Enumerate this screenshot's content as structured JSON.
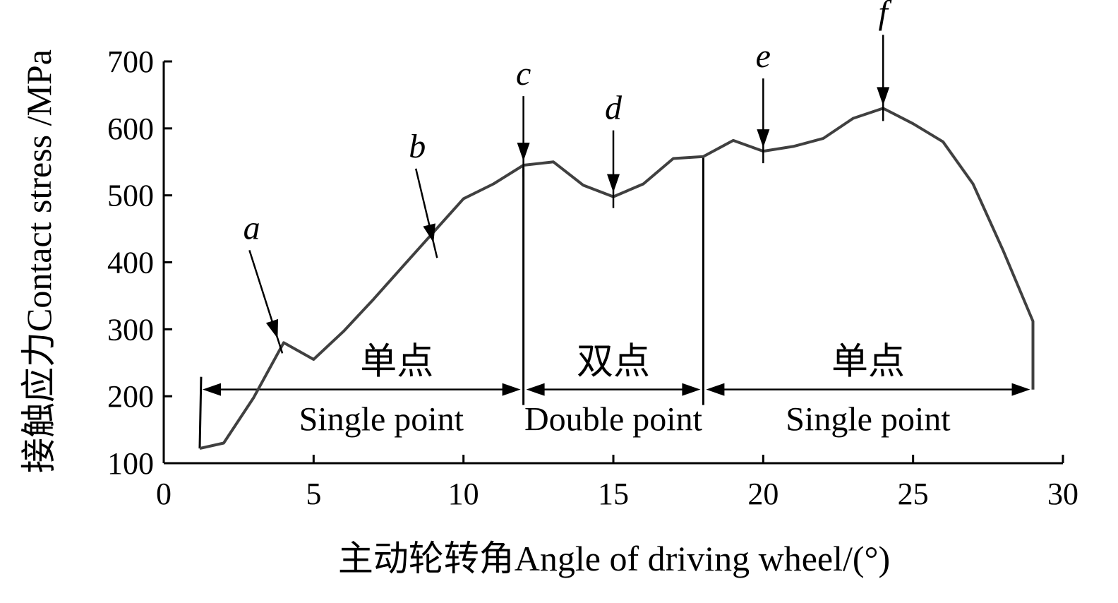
{
  "chart_data": {
    "type": "line",
    "xlabel": "主动轮转角Angle of driving wheel/(°)",
    "ylabel": "接触应力Contact stress /MPa",
    "xlim": [
      0,
      30
    ],
    "ylim": [
      100,
      700
    ],
    "xticks": [
      0,
      5,
      10,
      15,
      20,
      25,
      30
    ],
    "yticks": [
      100,
      200,
      300,
      400,
      500,
      600,
      700
    ],
    "grid": false,
    "colors": {
      "line": "#404040",
      "axis": "#000000"
    },
    "series": [
      {
        "x": [
          1.2,
          2,
          3,
          4,
          5,
          6,
          7,
          8,
          9,
          10,
          11,
          12,
          13,
          14,
          15,
          16,
          17,
          18,
          19,
          20,
          21,
          22,
          23,
          24,
          25,
          26,
          27,
          28,
          29,
          29
        ],
        "y": [
          122,
          130,
          198,
          280,
          255,
          297,
          345,
          395,
          445,
          495,
          517,
          545,
          550,
          515,
          498,
          517,
          555,
          558,
          582,
          566,
          573,
          585,
          615,
          630,
          607,
          580,
          517,
          418,
          312,
          210
        ]
      }
    ],
    "annotations": [
      {
        "label": "a",
        "x": 3.8,
        "y": 282
      },
      {
        "label": "b",
        "x": 9.0,
        "y": 425
      },
      {
        "label": "c",
        "x": 12.0,
        "y": 547
      },
      {
        "label": "d",
        "x": 15.0,
        "y": 500
      },
      {
        "label": "e",
        "x": 20.0,
        "y": 567
      },
      {
        "label": "f",
        "x": 24.0,
        "y": 630
      }
    ],
    "regions": [
      {
        "cn": "单点",
        "en": "Single point",
        "x_start": 1.2,
        "x_end": 12.0
      },
      {
        "cn": "双点",
        "en": "Double point",
        "x_start": 12.0,
        "x_end": 18.0
      },
      {
        "cn": "单点",
        "en": "Single point",
        "x_start": 18.0,
        "x_end": 29.0
      }
    ],
    "region_arrow_y": 210,
    "dividers": [
      12.0,
      18.0
    ]
  }
}
